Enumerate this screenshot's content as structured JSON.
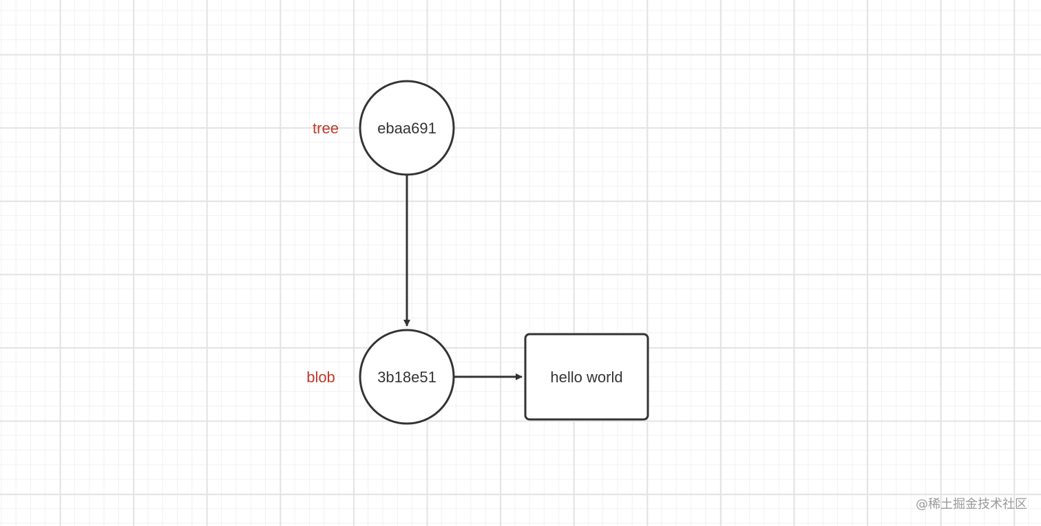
{
  "diagram": {
    "tree_node": {
      "type_label": "tree",
      "hash": "ebaa691"
    },
    "blob_node": {
      "type_label": "blob",
      "hash": "3b18e51"
    },
    "content_node": {
      "text": "hello world"
    },
    "colors": {
      "stroke": "#333333",
      "type_label": "#c0392b",
      "grid_major": "#e3e3e3",
      "grid_minor": "#f1f1f1"
    }
  },
  "watermark": {
    "text": "@稀土掘金技术社区"
  }
}
